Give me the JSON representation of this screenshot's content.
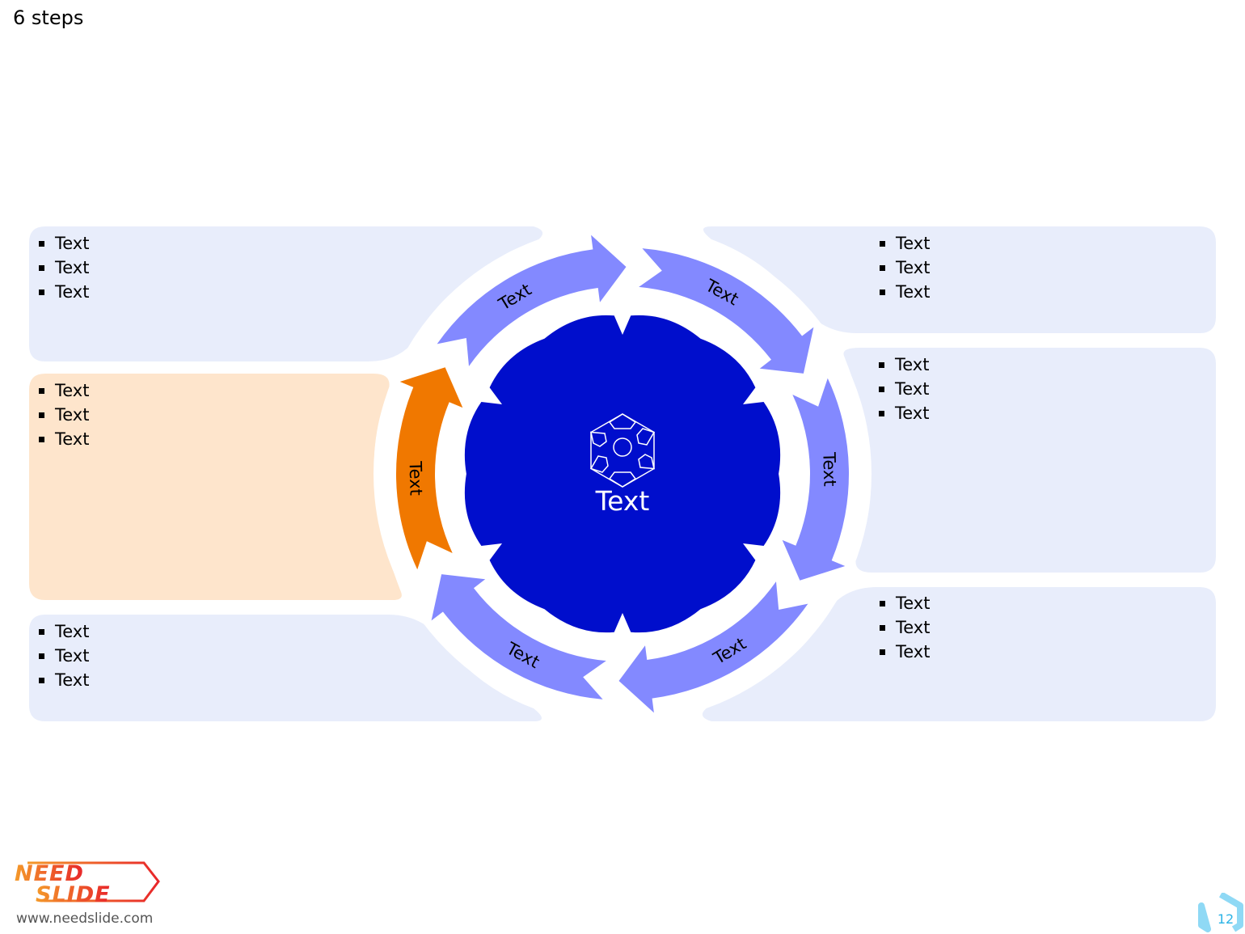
{
  "slide": {
    "title": "6 steps"
  },
  "center": {
    "label": "Text",
    "icon": "hexagon-cycle-icon",
    "color": "#000ecc"
  },
  "colors": {
    "box": "#e8edfb",
    "box_highlight": "#fee5cc",
    "arrow": "#8389ff",
    "arrow_highlight": "#f07800",
    "ring_bg": "#ffffff"
  },
  "arrows": [
    {
      "label": "Text"
    },
    {
      "label": "Text"
    },
    {
      "label": "Text"
    },
    {
      "label": "Text"
    },
    {
      "label": "Text"
    },
    {
      "label": "Text",
      "highlight": true
    }
  ],
  "boxes": {
    "top_left": {
      "items": [
        "Text",
        "Text",
        "Text"
      ]
    },
    "middle_left": {
      "items": [
        "Text",
        "Text",
        "Text"
      ],
      "highlight": true
    },
    "bottom_left": {
      "items": [
        "Text",
        "Text",
        "Text"
      ]
    },
    "top_right": {
      "items": [
        "Text",
        "Text",
        "Text"
      ]
    },
    "middle_right": {
      "items": [
        "Text",
        "Text",
        "Text"
      ]
    },
    "bottom_right": {
      "items": [
        "Text",
        "Text",
        "Text"
      ]
    }
  },
  "footer": {
    "logo_top": "NEED",
    "logo_bottom": "SLIDE",
    "url": "www.needslide.com",
    "page_number": "12"
  }
}
